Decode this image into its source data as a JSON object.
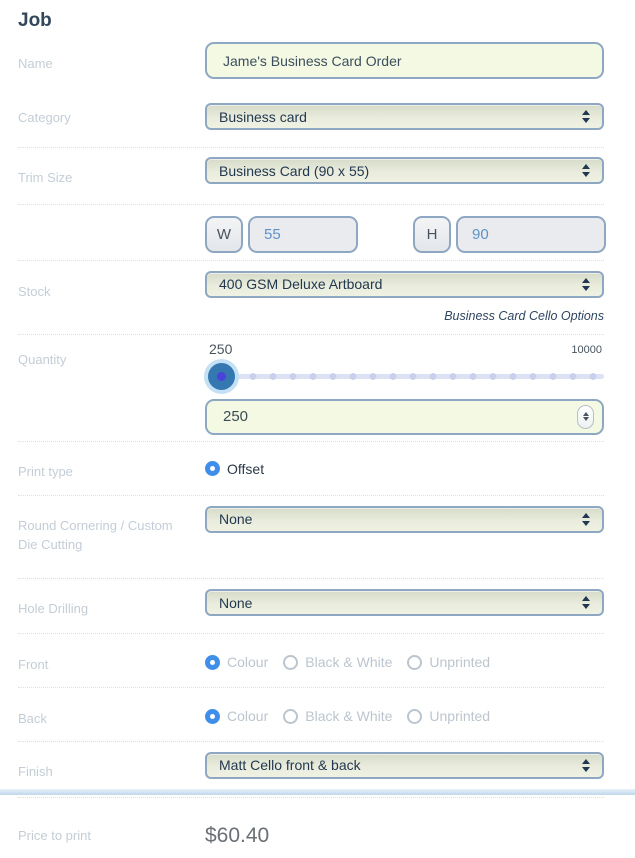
{
  "page": {
    "title": "Job"
  },
  "fields": {
    "name": {
      "label": "Name",
      "value": "Jame's Business Card Order"
    },
    "category": {
      "label": "Category",
      "value": "Business card"
    },
    "trim_size": {
      "label": "Trim Size",
      "value": "Business Card (90 x 55)"
    },
    "dimensions": {
      "w_label": "W",
      "w_value": "55",
      "h_label": "H",
      "h_value": "90"
    },
    "stock": {
      "label": "Stock",
      "value": "400 GSM Deluxe Artboard",
      "link_label": "Business Card Cello Options"
    },
    "quantity": {
      "label": "Quantity",
      "slider_value": "250",
      "slider_max": "10000",
      "input_value": "250"
    },
    "print_type": {
      "label": "Print type",
      "options": [
        {
          "label": "Offset",
          "selected": true
        }
      ]
    },
    "round_cornering": {
      "label": "Round Cornering / Custom Die Cutting",
      "value": "None"
    },
    "hole_drilling": {
      "label": "Hole Drilling",
      "value": "None"
    },
    "front": {
      "label": "Front",
      "options": [
        {
          "label": "Colour",
          "selected": true
        },
        {
          "label": "Black & White",
          "selected": false
        },
        {
          "label": "Unprinted",
          "selected": false
        }
      ]
    },
    "back": {
      "label": "Back",
      "options": [
        {
          "label": "Colour",
          "selected": true
        },
        {
          "label": "Black & White",
          "selected": false
        },
        {
          "label": "Unprinted",
          "selected": false
        }
      ]
    },
    "finish": {
      "label": "Finish",
      "value": "Matt Cello front & back"
    },
    "price": {
      "label": "Price to print",
      "value": "$60.40"
    }
  },
  "colors": {
    "accent_radio_blue": "#3f8fea",
    "slider_handle_blue": "#3577b1",
    "slider_inner_dot": "#4b43d8",
    "input_green_bg": "#f3f9e3",
    "border_blue_gray": "#8ea7c2",
    "heading_navy": "#33475b",
    "label_gray": "#c4cdd6"
  }
}
